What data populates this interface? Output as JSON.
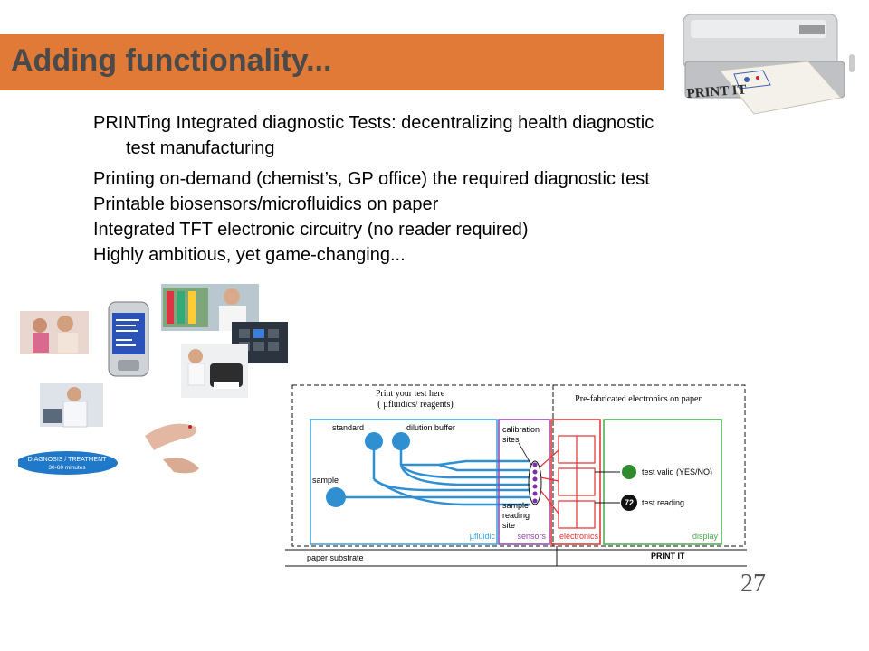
{
  "slide": {
    "title": "Adding functionality...",
    "page_number": "27"
  },
  "printer_image": {
    "label": "PRINT IT"
  },
  "bullets": [
    {
      "line1": "PRINTing Integrated diagnostic Tests: decentralizing health diagnostic",
      "line2": "test manufacturing"
    },
    {
      "line1": "Printing on-demand (chemist’s, GP office) the required diagnostic test"
    },
    {
      "line1": "Printable biosensors/microfluidics on paper"
    },
    {
      "line1": "Integrated TFT electronic circuitry (no reader required)"
    },
    {
      "line1": "Highly ambitious, yet game-changing..."
    }
  ],
  "collage": {
    "badge": {
      "line1": "DIAGNOSIS / TREATMENT",
      "line2": "30-60 minutes"
    }
  },
  "diagram": {
    "print_header_line1": "Print your test here",
    "print_header_line2": "(  µfluidics/ reagents)",
    "prefab_header": "Pre-fabricated electronics on paper",
    "labels": {
      "standard": "standard",
      "dilution_buffer": "dilution buffer",
      "sample": "sample",
      "calibration_line1": "calibration",
      "calibration_line2": "sites",
      "sample_reading_line1": "sample",
      "sample_reading_line2": "reading",
      "sample_reading_line3": "site",
      "test_valid": "test valid (YES/NO)",
      "test_reading": "test reading",
      "reading_value": "72"
    },
    "sections": {
      "microfluidic": "µfluidic",
      "sensors": "sensors",
      "electronics": "electronics",
      "display": "display"
    },
    "footer": {
      "paper_substrate": "paper substrate",
      "print_it": "PRINT IT"
    },
    "colors": {
      "fluidic": "#3a9fd6",
      "sensors": "#8e44ad",
      "electronics": "#e0302f",
      "display": "#4aa84a",
      "valid_dot": "#2e8b2e"
    }
  }
}
